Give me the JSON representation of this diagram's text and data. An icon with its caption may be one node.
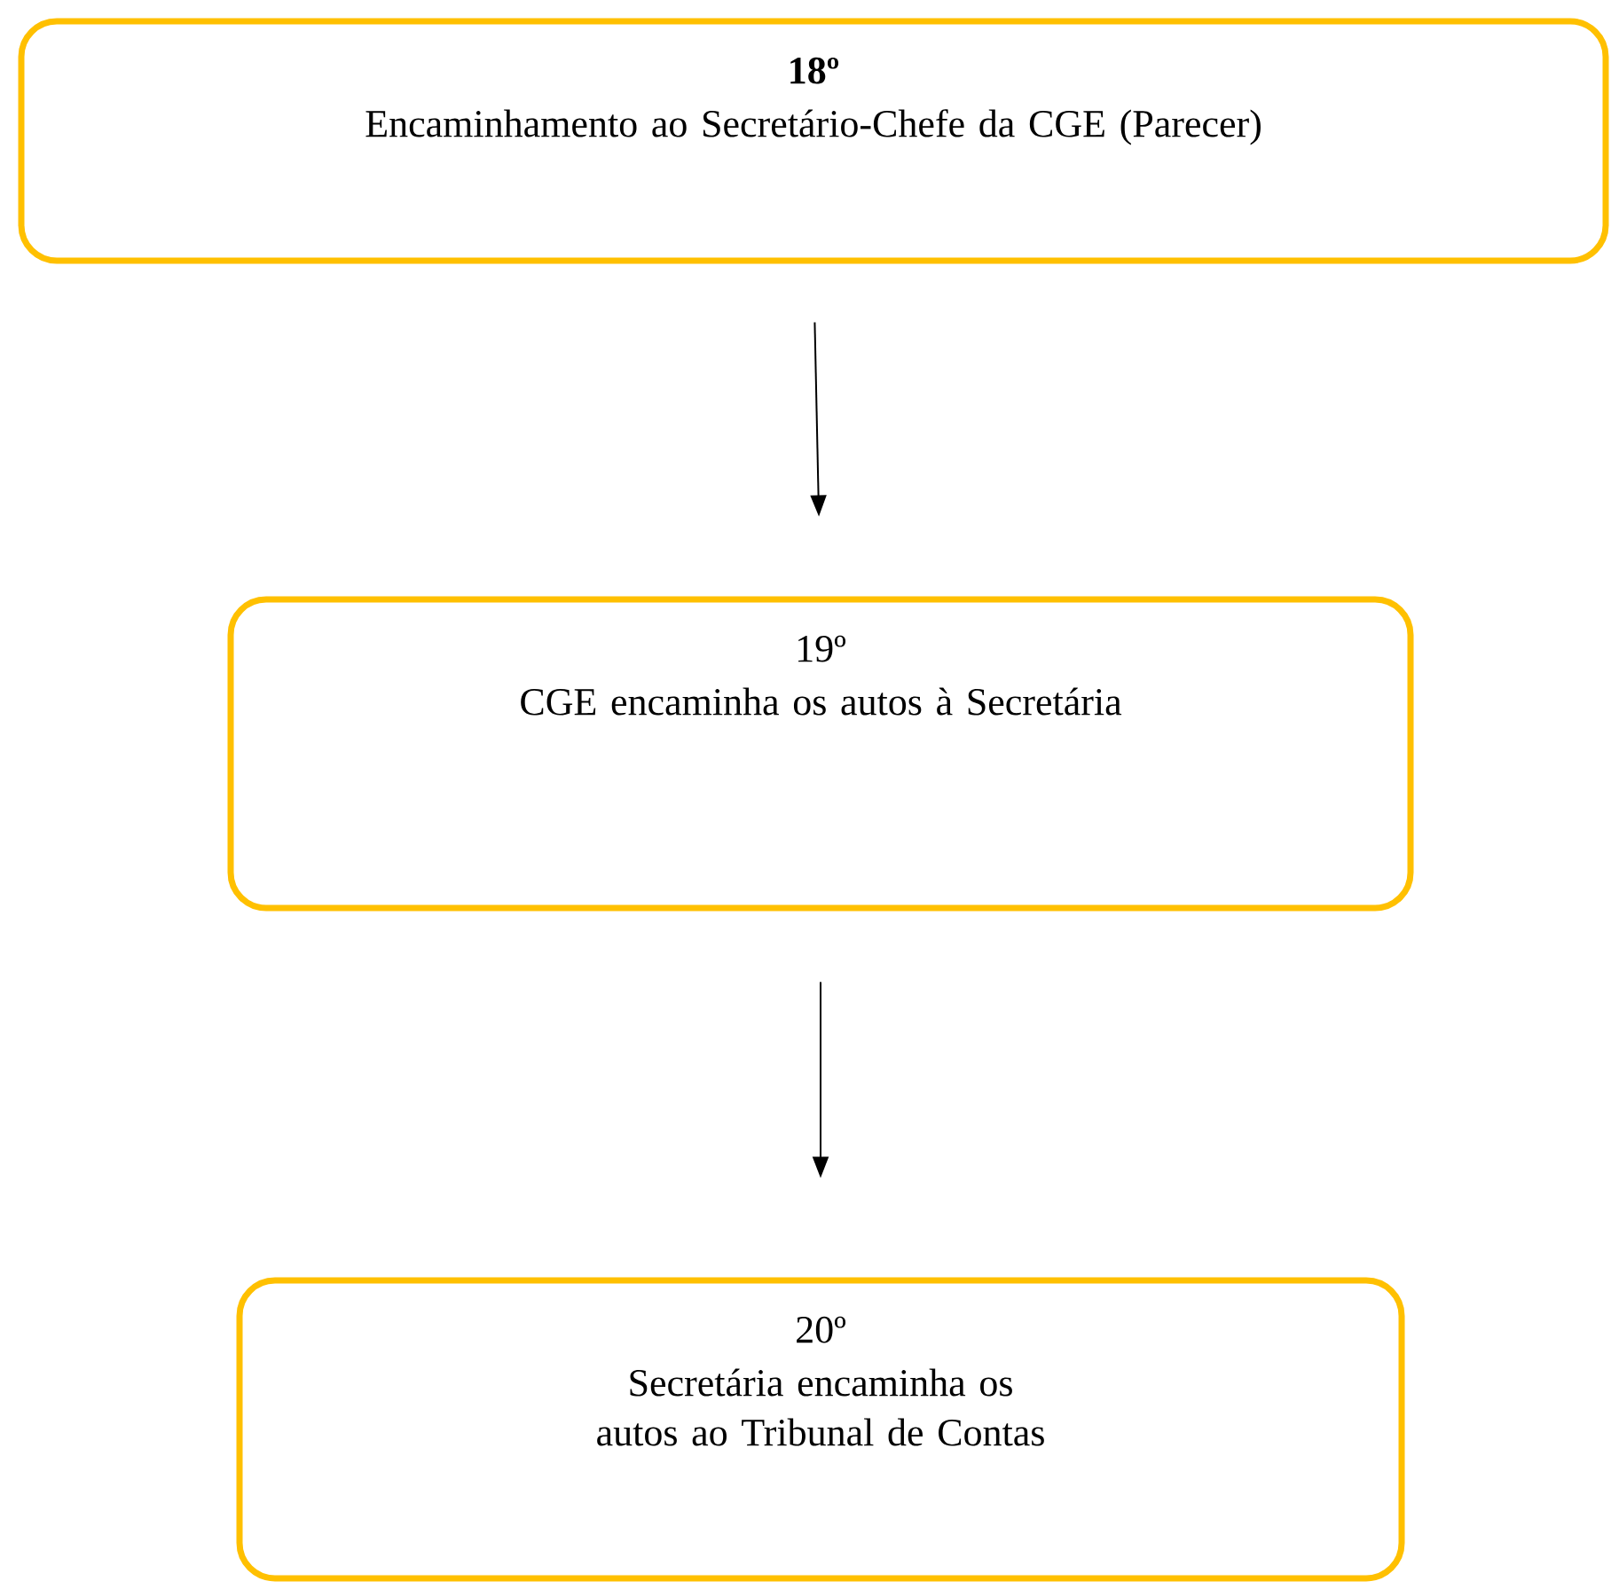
{
  "diagram": {
    "nodes": [
      {
        "text": [
          "18º",
          "Encaminhamento ao Secretário-Chefe da CGE (Parecer)"
        ]
      },
      {
        "text": [
          "19º",
          "CGE encaminha os autos à Secretária"
        ]
      },
      {
        "text": [
          "20º",
          "Secretária encaminha os autos ao Tribunal de Contas"
        ]
      }
    ],
    "edges": [
      {
        "from": 0,
        "to": 1,
        "arrow": "to"
      },
      {
        "from": 1,
        "to": 2,
        "arrow": "to"
      }
    ]
  }
}
